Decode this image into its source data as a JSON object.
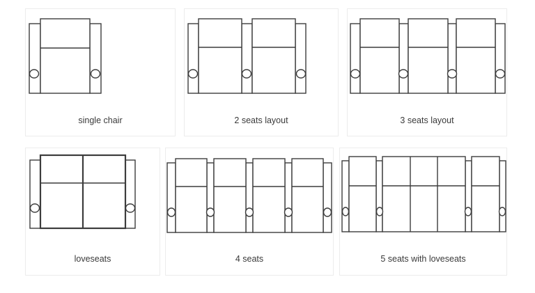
{
  "colors": {
    "stroke": "#3c3c3c",
    "card_border": "#ececec",
    "label": "#3a3a3a",
    "background": "#ffffff"
  },
  "layouts": [
    {
      "id": "single-chair",
      "label": "single chair",
      "seats": 1,
      "type": "recliner"
    },
    {
      "id": "2-seats",
      "label": "2 seats layout",
      "seats": 2,
      "type": "recliner"
    },
    {
      "id": "3-seats",
      "label": "3 seats layout",
      "seats": 3,
      "type": "recliner"
    },
    {
      "id": "loveseats",
      "label": "loveseats",
      "seats": 2,
      "type": "loveseat"
    },
    {
      "id": "4-seats",
      "label": "4 seats",
      "seats": 4,
      "type": "recliner"
    },
    {
      "id": "5-seats-loveseats",
      "label": "5 seats with loveseats",
      "seats": 5,
      "type": "mixed"
    }
  ]
}
